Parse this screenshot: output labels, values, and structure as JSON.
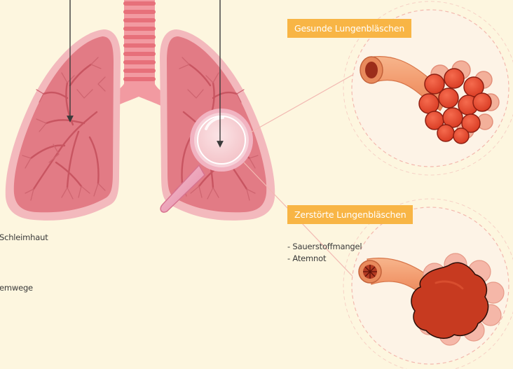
{
  "labels": {
    "healthy": "Gesunde Lungenbläschen",
    "destroyed": "Zerstörte Lungenbläschen"
  },
  "symptoms": [
    "- Sauerstoffmangel",
    "- Atemnot"
  ],
  "left_notes": [
    "Schleimhaut",
    "emwege"
  ],
  "colors": {
    "background": "#fdf6df",
    "label_fill": "#f8b545",
    "lung_outer": "#f3b9bd",
    "lung_fill": "#e17a84",
    "trachea": "#f08e96",
    "alveoli_healthy": "#e8452e",
    "alveoli_damaged": "#c9361e",
    "bronchus": "#f4a377"
  }
}
